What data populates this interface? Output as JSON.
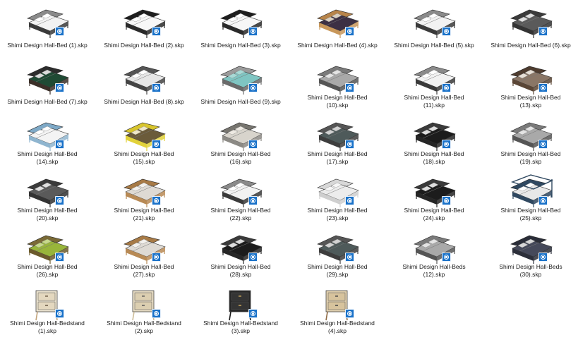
{
  "files": [
    {
      "name": "Shimi Design Hall-Bed (1).skp",
      "icon": "bed-white-linen"
    },
    {
      "name": "Shimi Design Hall-Bed (2).skp",
      "icon": "bed-dark-frame"
    },
    {
      "name": "Shimi Design Hall-Bed (3).skp",
      "icon": "bed-dark-frame"
    },
    {
      "name": "Shimi Design Hall-Bed (4).skp",
      "icon": "bed-wood-purple"
    },
    {
      "name": "Shimi Design Hall-Bed (5).skp",
      "icon": "bed-white-linen"
    },
    {
      "name": "Shimi Design Hall-Bed (6).skp",
      "icon": "bed-dark-headboard"
    },
    {
      "name": "Shimi Design Hall-Bed (7).skp",
      "icon": "bed-dark-green"
    },
    {
      "name": "Shimi Design Hall-Bed (8).skp",
      "icon": "bed-metal-frame"
    },
    {
      "name": "Shimi Design Hall-Bed (9).skp",
      "icon": "bed-teal-linen"
    },
    {
      "name": "Shimi Design Hall-Bed\n(10).skp",
      "icon": "bed-gray-linen"
    },
    {
      "name": "Shimi Design Hall-Bed\n(11).skp",
      "icon": "bed-white-linen"
    },
    {
      "name": "Shimi Design Hall-Bed\n(13).skp",
      "icon": "bed-brown-striped"
    },
    {
      "name": "Shimi Design Hall-Bed\n(14).skp",
      "icon": "bed-blue-frame"
    },
    {
      "name": "Shimi Design Hall-Bed\n(15).skp",
      "icon": "bed-yellow-frame"
    },
    {
      "name": "Shimi Design Hall-Bed\n(16).skp",
      "icon": "bed-gray-upholstered"
    },
    {
      "name": "Shimi Design Hall-Bed\n(17).skp",
      "icon": "bed-dark-gray"
    },
    {
      "name": "Shimi Design Hall-Bed\n(18).skp",
      "icon": "bed-black-linen"
    },
    {
      "name": "Shimi Design Hall-Bed\n(19).skp",
      "icon": "bed-gray-linen"
    },
    {
      "name": "Shimi Design Hall-Bed\n(20).skp",
      "icon": "bed-dark-headboard"
    },
    {
      "name": "Shimi Design Hall-Bed\n(21).skp",
      "icon": "bed-wood-low"
    },
    {
      "name": "Shimi Design Hall-Bed\n(22).skp",
      "icon": "bed-white-linen"
    },
    {
      "name": "Shimi Design Hall-Bed\n(23).skp",
      "icon": "bed-fur-white"
    },
    {
      "name": "Shimi Design Hall-Bed\n(24).skp",
      "icon": "bed-black-linen"
    },
    {
      "name": "Shimi Design Hall-Bed\n(25).skp",
      "icon": "bunk-bed-navy"
    },
    {
      "name": "Shimi Design Hall-Bed\n(26).skp",
      "icon": "bed-green-linen"
    },
    {
      "name": "Shimi Design Hall-Bed\n(27).skp",
      "icon": "bed-wood-low"
    },
    {
      "name": "Shimi Design Hall-Bed\n(28).skp",
      "icon": "bed-black-linen"
    },
    {
      "name": "Shimi Design Hall-Bed\n(29).skp",
      "icon": "bed-dark-gray"
    },
    {
      "name": "Shimi Design Hall-Beds\n(12).skp",
      "icon": "bed-gray-linen"
    },
    {
      "name": "Shimi Design Hall-Beds\n(30).skp",
      "icon": "bed-navy-frame"
    },
    {
      "name": "Shimi Design Hall-Bedstand\n(1).skp",
      "icon": "bedstand-cream-drawers"
    },
    {
      "name": "Shimi Design Hall-Bedstand\n(2).skp",
      "icon": "bedstand-beige"
    },
    {
      "name": "Shimi Design Hall-Bedstand\n(3).skp",
      "icon": "bedstand-black"
    },
    {
      "name": "Shimi Design Hall-Bedstand\n(4).skp",
      "icon": "bedstand-wood"
    }
  ],
  "badge_icon": "sketchup-file-icon"
}
